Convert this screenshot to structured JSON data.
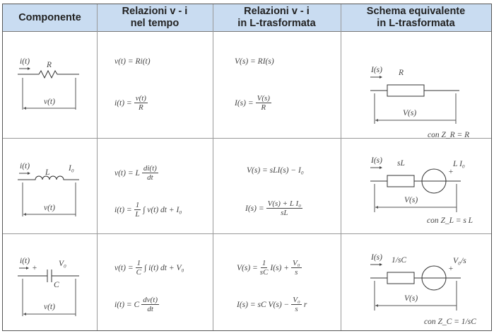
{
  "headers": {
    "c1": "Componente",
    "c2a": "Relazioni v - i",
    "c2b": "nel tempo",
    "c3a": "Relazioni v - i",
    "c3b": "in L-trasformata",
    "c4a": "Schema equivalente",
    "c4b": "in L-trasformata"
  },
  "rows": [
    {
      "comp": {
        "cur": "i(t)",
        "sym": "R",
        "volt": "v(t)"
      },
      "t1": {
        "lhs": "v(t) = Ri(t)"
      },
      "t2": {
        "lhs": "i(t) =",
        "num": "v(t)",
        "den": "R"
      },
      "s1": {
        "lhs": "V(s) = RI(s)"
      },
      "s2": {
        "lhs": "I(s) =",
        "num": "V(s)",
        "den": "R"
      },
      "eq": {
        "cur": "I(s)",
        "box": "R",
        "src": "",
        "volt": "V(s)",
        "z": "con Z_R = R"
      }
    },
    {
      "comp": {
        "cur": "i(t)",
        "sym": "L",
        "init": "I₀",
        "volt": "v(t)"
      },
      "t1": {
        "lhs": "v(t) = L",
        "num": "di(t)",
        "den": "dt"
      },
      "t2": {
        "lhs": "i(t) =",
        "num": "1",
        "den": "L",
        "rhs": "∫ v(t) dt + I₀"
      },
      "s1": {
        "lhs": "V(s) = sLI(s) − I₀"
      },
      "s2": {
        "lhs": "I(s) =",
        "num": "V(s) + L I₀",
        "den": "sL"
      },
      "eq": {
        "cur": "I(s)",
        "box": "sL",
        "src": "L I₀",
        "volt": "V(s)",
        "z": "con Z_L = s L"
      }
    },
    {
      "comp": {
        "cur": "i(t)",
        "plus": "+",
        "init": "V₀",
        "sym": "C",
        "volt": "v(t)"
      },
      "t1": {
        "lhs": "v(t) =",
        "num": "1",
        "den": "C",
        "rhs": "∫ i(t) dt + V₀"
      },
      "t2": {
        "lhs": "i(t) = C",
        "num": "dv(t)",
        "den": "dt"
      },
      "s1": {
        "lhs": "V(s) =",
        "num": "1",
        "den": "sC",
        "mid": "I(s) +",
        "num2": "V₀",
        "den2": "s"
      },
      "s2": {
        "lhs": "I(s) = sC V(s) −",
        "num": "V₀",
        "den": "s",
        "rhs": "r"
      },
      "eq": {
        "cur": "I(s)",
        "box": "1/sC",
        "src": "V₀/s",
        "volt": "V(s)",
        "z": "con Z_C = 1/sC"
      }
    }
  ]
}
